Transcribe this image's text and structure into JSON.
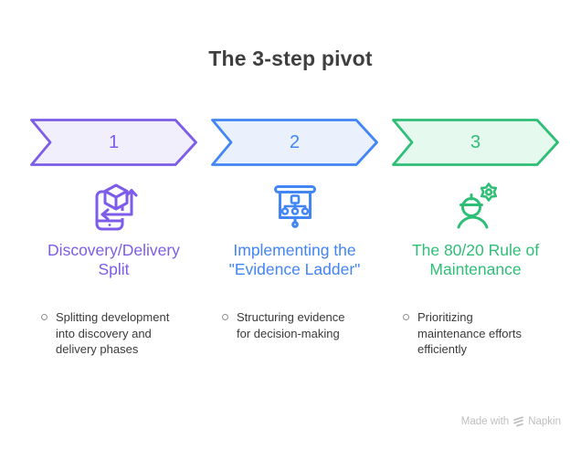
{
  "title": "The 3-step pivot",
  "steps": [
    {
      "number": "1",
      "accent": "#7c5ce8",
      "fill": "#f2effc",
      "icon": "phone-cube-arrow-icon",
      "heading": "Discovery/Delivery\nSplit",
      "bullet": "Splitting development\ninto discovery and\ndelivery phases"
    },
    {
      "number": "2",
      "accent": "#4285f4",
      "fill": "#eaf1fd",
      "icon": "presentation-org-chart-icon",
      "heading": "Implementing the\n\"Evidence Ladder\"",
      "bullet": "Structuring evidence\nfor decision-making"
    },
    {
      "number": "3",
      "accent": "#2fbe76",
      "fill": "#e6f9ef",
      "icon": "engineer-gear-icon",
      "heading": "The 80/20 Rule of\nMaintenance",
      "bullet": "Prioritizing\nmaintenance efforts\nefficiently"
    }
  ],
  "bullet_marker_color": "#8f8f8f",
  "title_color": "#3f3f3f",
  "body_text_color": "#3a3a3a",
  "watermark": {
    "prefix": "Made with",
    "brand": "Napkin",
    "color": "#bebebe"
  }
}
